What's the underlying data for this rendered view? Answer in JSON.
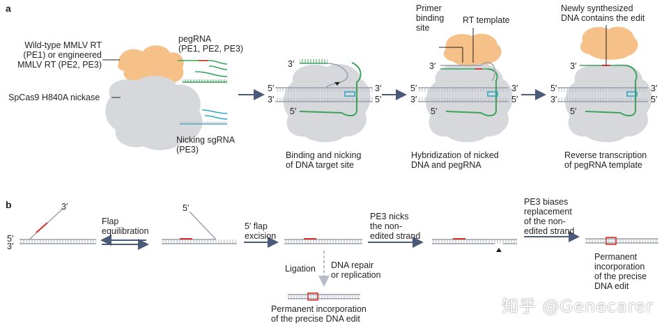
{
  "panels": {
    "a": "a",
    "b": "b"
  },
  "colors": {
    "protein": "#d7d8dc",
    "rt": "#f6c089",
    "pegrna": "#3aa35a",
    "nicking": "#2fa6c2",
    "edit": "#d9302b",
    "dna": "#9aa0ab",
    "arrow": "#4a5a78"
  },
  "a": {
    "rt_label": "Wild-type MMLV RT\n(PE1) or engineered\nMMLV RT (PE2, PE3)",
    "cas9_label": "SpCas9 H840A nickase",
    "pegrna_label": "pegRNA\n(PE1, PE2, PE3)",
    "nicking_label": "Nicking sgRNA\n(PE3)",
    "step1_caption": "Binding and nicking\nof DNA target site",
    "step2_caption": "Hybridization of nicked\nDNA and pegRNA",
    "step3_caption": "Reverse transcription\nof pegRNA template",
    "primer_label": "Primer\nbinding\nsite",
    "rt_template_label": "RT template",
    "newly_label": "Newly synthesized\nDNA contains the edit",
    "end3": "3′",
    "end5": "5′"
  },
  "b": {
    "flap_equilibration": "Flap\nequilibration",
    "flap_excision": "5′ flap\nexcision",
    "pe3_nicks": "PE3 nicks\nthe non-\nedited strand",
    "pe3_biases": "PE3 biases\nreplacement\nof the non-\nedited strand",
    "ligation": "Ligation",
    "dna_repair": "DNA repair\nor replication",
    "permanent_bottom": "Permanent incorporation\nof the precise DNA edit",
    "permanent_right": "Permanent\nincorporation\nof the precise\nDNA edit",
    "end3": "3′",
    "end5": "5′"
  },
  "watermark": "知乎 @Genecarer"
}
